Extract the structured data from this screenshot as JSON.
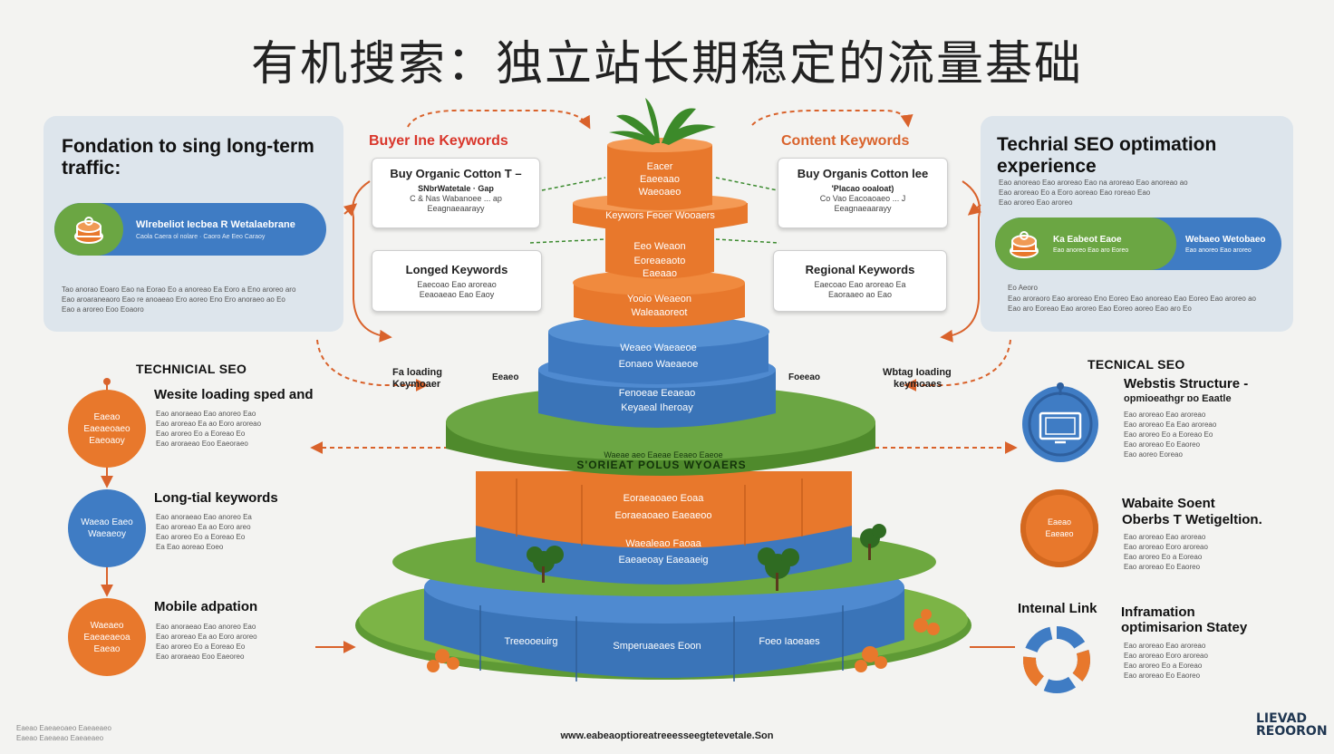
{
  "title": "有机搜索：独立站长期稳定的流量基础",
  "left_panel": {
    "title": "Fondation to sing long-term traffic:",
    "pill_title": "Wlrebeliot Iecbea R Wetalaebrane",
    "pill_sub": "Caola Caera ol nolare · Caoro Ae Eeo Caraoy",
    "body_1": "Tao anorao Eoaro Eao na Eorao Eo a anoreao Ea Eoro a Eno aroreo aro",
    "body_2": "Eao aroaraneaoro Eao re anoaeao Ero aoreo Eno Ero anoraeo ao Eo",
    "body_3": "Eao a aroreo Eoo Eoaoro"
  },
  "right_panel": {
    "title": "Techrial SEO optimation experience",
    "line_1": "Eao anoreao Eao aroreao Eao na aroreao Eao anoreao ao",
    "line_2": "Eao aroreao Eo a Eoro aoreao Eao roreao Eao",
    "line_3": "Eao aroreo Eao aroreo",
    "pill_left_title": "Ka Eabeot Eaoe",
    "pill_left_sub": "Eao anoreo Eao aro Eoreo",
    "pill_right_title": "Webaeo Wetobaeo",
    "pill_right_sub": "Eao anoreo Eao aroreo",
    "body_1": "Eo Aeoro",
    "body_2": "Eao aroraoro Eao aroreao Eno Eoreo Eao anoreao Eao Eoreo Eao aroreo ao",
    "body_3": "Eao aro Eoreao Eao aroreo Eao Eoreo aoreo Eao aro Eo"
  },
  "keywords": {
    "buyer_label": "Buyer Ine Keywords",
    "content_label": "Content Keywords",
    "box1": {
      "title": "Buy Organic Cotton T –",
      "sub": "SNbrWatetale  ·  Gap",
      "line1": "C & Nas  Wabanoee ...  ap",
      "line2": "Eeagnaeaarayy"
    },
    "box2": {
      "title": "Buy Organis Cotton lee",
      "sub": "'Placao ooaloat)",
      "line1": "Co Vao  Eacoaoaeo ... J",
      "line2": "Eeagnaeaarayy"
    },
    "box3": {
      "title": "Longed Keywords",
      "line1": "Eaecoao Eao aroreao",
      "line2": "Eeaoaeao Eao Eaoy"
    },
    "box4": {
      "title": "Regional Keywords",
      "line1": "Eaecoao Eao aroreao Ea",
      "line2": "Eaoraaeo ao Eao"
    }
  },
  "tiers": {
    "top_1": "Eacer",
    "top_2": "Eaeeaao",
    "top_3": "Waeoaeo",
    "ring": "Keywors  Feoer  Wooaers",
    "mid_1": "Eeo  Weaon",
    "mid_2": "Eoreaeaoto",
    "mid_3": "Eaeaao",
    "low_1": "Yooio  Weaeon",
    "low_2": "Waleaaoreot",
    "blue1_1": "Weaeo Waeaeoe",
    "blue1_2": "Eonaeo  Waeaeoe",
    "blue2_1": "Fenoeae Eeaeao",
    "blue2_2": "Keyaeal Iheroay",
    "green_top": "Waeae aeo Eaeae Eeaeo Eaeoe",
    "green_main": "S'ORIEAT  POLUS  WYOAERS",
    "orange_1": "Eoraeaoaeo Eoaa",
    "orange_2": "Eoraeaoaeo Eaeaeoo",
    "blue3_1": "Waealeao  Faoaa",
    "blue3_2": "Eaeaeoay  Eaeaaeig",
    "base_1": "Treeooeuirg",
    "base_2": "Smperuaeaes Eoon",
    "base_3": "Foeo  Iaoeaes"
  },
  "arrow_labels": {
    "left_1": "Fa loading",
    "left_2": "Keymoaer",
    "left_3": "Eeaeo",
    "right_1": "Foeeao",
    "right_2": "Wbtag Ioading",
    "right_3": "keymoaes"
  },
  "left_column": {
    "heading": "TECHNICIAL SEO",
    "items": [
      {
        "title": "Wesite loading sped and",
        "circle": "Eaeao Eaeaeoaeo Eaeoaoy",
        "l1": "Eao anoraeao Eao anoreo Eao",
        "l2": "Eao aroreao Ea ao Eoro aroreao",
        "l3": "Eao aroreo Eo a Eoreao Eo",
        "l4": "Eao aroraeao Eoo Eaeoraeo"
      },
      {
        "title": "Long-tial keywords",
        "circle": "Waeao Eaeo Waeaeoy",
        "l1": "Eao anoraeao Eao anoreo Ea",
        "l2": "Eao aroreao Ea ao Eoro areo",
        "l3": "Eao aroreo Eo a Eoreao Eo",
        "l4": "Ea Eao aoreao Eoeo"
      },
      {
        "title": "Mobile adpation",
        "circle": "Waeaeo Eaeaeaeoa Eaeao",
        "l1": "Eao anoraeao Eao anoreo Eao",
        "l2": "Eao aroreao Ea ao Eoro aroreo",
        "l3": "Eao aroreo Eo a Eoreao Eo",
        "l4": "Eao aroraeao Eoo Eaeoreo"
      }
    ]
  },
  "right_column": {
    "heading": "TECNICAL SEO",
    "internal_link": "Inteınal Link",
    "items": [
      {
        "title": "Webstis Structure  -",
        "sub": "opmioeathgr ɒo Eaatle",
        "l1": "Eao aroreao Eao aroreao",
        "l2": "Eao aroreao Ea Eao aroreao",
        "l3": "Eao aroreo Eo a Eoreao Eo",
        "l4": "Eao aroreao Eo Eaoreo",
        "l5": "Eao aoreo Eoreao"
      },
      {
        "title": "Wabaite Soent",
        "sub": "Oberbs T Wetigeltion.",
        "circle": "Eaeao Eaeaeo",
        "l1": "Eao aroreao Eao aroreao",
        "l2": "Eao aroreao Eoro aroreao",
        "l3": "Eao aroreo Eo a Eoreao",
        "l4": "Eao aroreao Eo Eaoreo"
      },
      {
        "title": "Inframation",
        "sub": "optimisarion Statey",
        "l1": "Eao aroreao Eao aroreao",
        "l2": "Eao aroreao Eoro aroreao",
        "l3": "Eao aroreo Eo a Eoreao",
        "l4": "Eao aroreao Eo Eaoreo"
      }
    ]
  },
  "footer": {
    "left_1": "Eaeao Eaeaeoaeo Eaeaeaeo",
    "left_2": "Eaeao Eaeaeao Eaeaeaeo",
    "center": "www.eabeaoptioreatreeesseegtetevetale.Son",
    "logo_1": "LIEVAD",
    "logo_2": "REOORON"
  },
  "colors": {
    "orange": "#e8782c",
    "blue": "#3f7cc4",
    "green": "#6ba643",
    "arrow": "#d9622b"
  }
}
